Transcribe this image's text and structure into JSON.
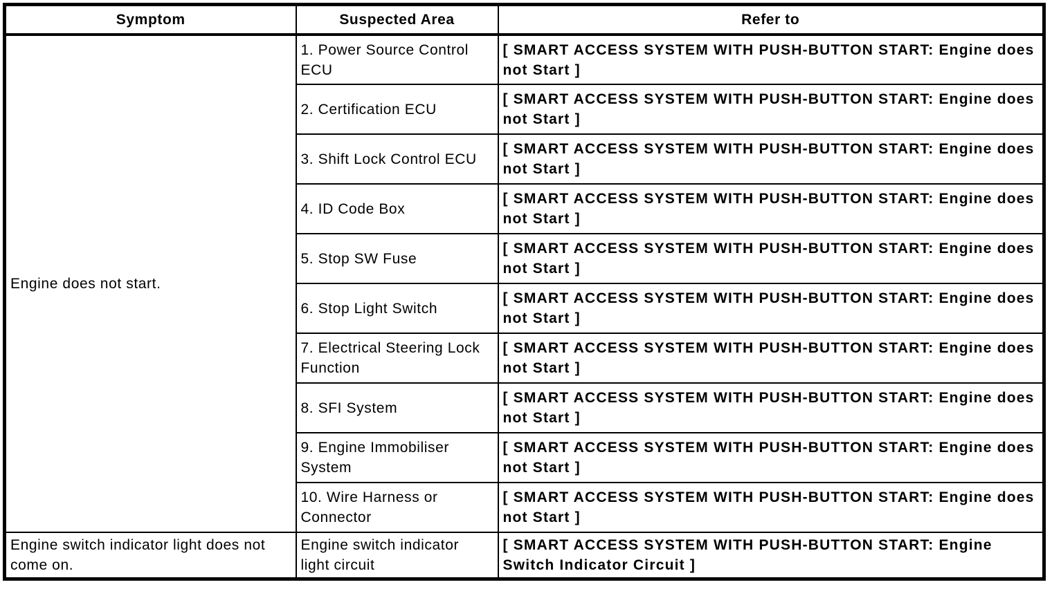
{
  "page": {
    "background_color": "#ffffff",
    "border_color": "#000000",
    "text_color": "#000000"
  },
  "table": {
    "headers": [
      "Symptom",
      "Suspected Area",
      "Refer to"
    ],
    "groups": [
      {
        "symptom": "Engine does not start.",
        "items": [
          {
            "suspected_area": "1. Power Source Control ECU",
            "refer_to": "[ SMART ACCESS SYSTEM WITH PUSH-BUTTON START: Engine does not Start ]"
          },
          {
            "suspected_area": "2. Certification ECU",
            "refer_to": "[ SMART ACCESS SYSTEM WITH PUSH-BUTTON START: Engine does not Start ]"
          },
          {
            "suspected_area": "3. Shift Lock Control ECU",
            "refer_to": "[ SMART ACCESS SYSTEM WITH PUSH-BUTTON START: Engine does not Start ]"
          },
          {
            "suspected_area": "4. ID Code Box",
            "refer_to": "[ SMART ACCESS SYSTEM WITH PUSH-BUTTON START: Engine does not Start ]"
          },
          {
            "suspected_area": "5. Stop SW Fuse",
            "refer_to": "[ SMART ACCESS SYSTEM WITH PUSH-BUTTON START: Engine does not Start ]"
          },
          {
            "suspected_area": "6. Stop Light Switch",
            "refer_to": "[ SMART ACCESS SYSTEM WITH PUSH-BUTTON START: Engine does not Start ]"
          },
          {
            "suspected_area": "7. Electrical Steering Lock Function",
            "refer_to": "[ SMART ACCESS SYSTEM WITH PUSH-BUTTON START: Engine does not Start ]"
          },
          {
            "suspected_area": "8. SFI System",
            "refer_to": "[ SMART ACCESS SYSTEM WITH PUSH-BUTTON START: Engine does not Start ]"
          },
          {
            "suspected_area": "9. Engine Immobiliser System",
            "refer_to": "[ SMART ACCESS SYSTEM WITH PUSH-BUTTON START: Engine does not Start ]"
          },
          {
            "suspected_area": "10. Wire Harness or Connector",
            "refer_to": "[ SMART ACCESS SYSTEM WITH PUSH-BUTTON START: Engine does not Start ]"
          }
        ]
      },
      {
        "symptom": "Engine switch indicator light does not come on.",
        "items": [
          {
            "suspected_area": "Engine switch indicator light circuit",
            "refer_to": "[ SMART ACCESS SYSTEM WITH PUSH-BUTTON START: Engine Switch Indicator Circuit ]"
          }
        ]
      }
    ]
  }
}
